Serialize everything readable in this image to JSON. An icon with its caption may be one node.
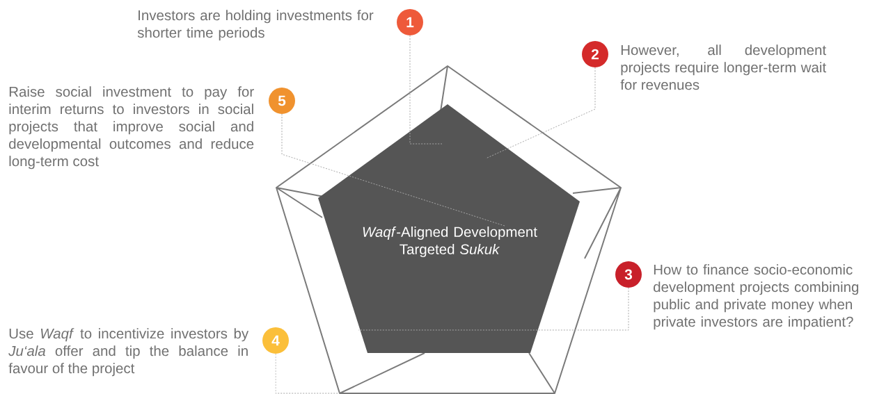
{
  "diagram": {
    "nodes": [
      {
        "text": [
          "1"
        ],
        "beside": [
          "Investors are holding investments for shorter time periods"
        ]
      },
      {
        "text": [
          "2"
        ],
        "beside": [
          "However, all development projects require longer-term wait for revenues"
        ]
      },
      {
        "text": [
          "3"
        ],
        "beside": [
          "How to finance socio-economic development projects combining public and private money when private investors are impatient?"
        ]
      },
      {
        "text": [
          "4"
        ],
        "beside": [
          "Use *Waqf* to incentivize investors by *Ju‘ala* offer and tip the balance in favour of the project"
        ]
      },
      {
        "text": [
          "5"
        ],
        "beside": [
          "Raise social investment to pay for interim returns to investors in social projects that improve social and developmental outcomes and reduce long-term cost"
        ]
      },
      {
        "text": [
          "*Waqf*-Aligned Development Targeted *Sukuk*"
        ]
      }
    ],
    "edges": [
      {
        "from": 0,
        "to": 5,
        "arrow": "none",
        "style": "dashed"
      },
      {
        "from": 1,
        "to": 5,
        "arrow": "none",
        "style": "dashed"
      },
      {
        "from": 2,
        "to": 5,
        "arrow": "none",
        "style": "dashed"
      },
      {
        "from": 3,
        "to": null,
        "arrow": "none",
        "style": "dashed"
      },
      {
        "from": 4,
        "to": 5,
        "arrow": "none",
        "style": "dashed"
      }
    ]
  }
}
